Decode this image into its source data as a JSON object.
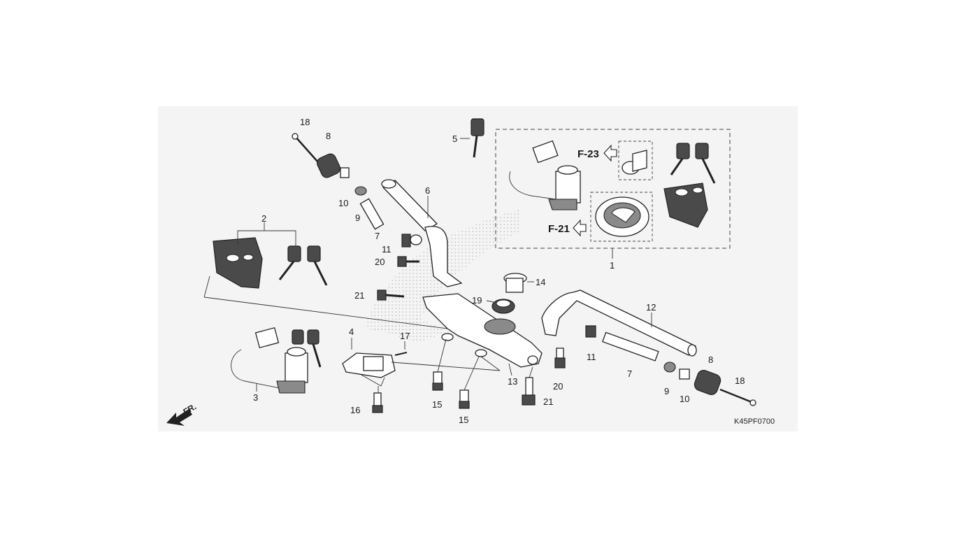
{
  "diagram": {
    "code": "K45PF0700",
    "front_label": "FR.",
    "refs": [
      {
        "id": "f23",
        "text": "F-23"
      },
      {
        "id": "f21",
        "text": "F-21"
      }
    ],
    "callouts": [
      {
        "id": "c18a",
        "text": "18"
      },
      {
        "id": "c8a",
        "text": "8"
      },
      {
        "id": "c10a",
        "text": "10"
      },
      {
        "id": "c9a",
        "text": "9"
      },
      {
        "id": "c7a",
        "text": "7"
      },
      {
        "id": "c11a",
        "text": "11"
      },
      {
        "id": "c6",
        "text": "6"
      },
      {
        "id": "c5",
        "text": "5"
      },
      {
        "id": "c2",
        "text": "2"
      },
      {
        "id": "c20a",
        "text": "20"
      },
      {
        "id": "c21a",
        "text": "21"
      },
      {
        "id": "c14",
        "text": "14"
      },
      {
        "id": "c19",
        "text": "19"
      },
      {
        "id": "c1",
        "text": "1"
      },
      {
        "id": "c12",
        "text": "12"
      },
      {
        "id": "c4",
        "text": "4"
      },
      {
        "id": "c17",
        "text": "17"
      },
      {
        "id": "c3",
        "text": "3"
      },
      {
        "id": "c16",
        "text": "16"
      },
      {
        "id": "c15a",
        "text": "15"
      },
      {
        "id": "c15b",
        "text": "15"
      },
      {
        "id": "c13",
        "text": "13"
      },
      {
        "id": "c20b",
        "text": "20"
      },
      {
        "id": "c21b",
        "text": "21"
      },
      {
        "id": "c11b",
        "text": "11"
      },
      {
        "id": "c7b",
        "text": "7"
      },
      {
        "id": "c9b",
        "text": "9"
      },
      {
        "id": "c10b",
        "text": "10"
      },
      {
        "id": "c8b",
        "text": "8"
      },
      {
        "id": "c18b",
        "text": "18"
      }
    ]
  }
}
